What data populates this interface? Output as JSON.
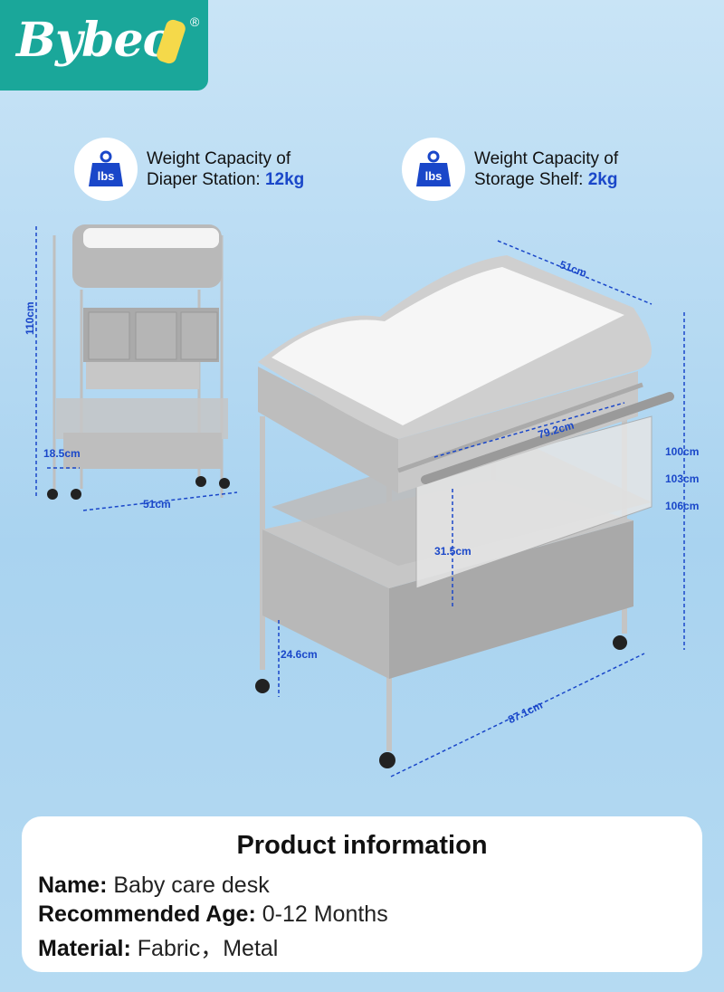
{
  "brand": {
    "name": "Bybeo",
    "trademark": "®"
  },
  "badges": [
    {
      "icon": "lbs-weight-icon",
      "icon_label": "lbs",
      "line1": "Weight Capacity of",
      "line2_prefix": "Diaper Station:",
      "value": "12kg"
    },
    {
      "icon": "lbs-weight-icon",
      "icon_label": "lbs",
      "line1": "Weight Capacity of",
      "line2_prefix": "Storage Shelf:",
      "value": "2kg"
    }
  ],
  "dimensions": {
    "left_height": "110cm",
    "left_depth": "18.5cm",
    "left_width": "51cm",
    "top_width": "51cm",
    "rail_length": "79.2cm",
    "height_1": "100cm",
    "height_2": "103cm",
    "height_3": "106cm",
    "basket_height": "31.5cm",
    "leg_height": "24.6cm",
    "length": "87.1cm"
  },
  "product_info": {
    "title": "Product information",
    "rows": [
      {
        "key": "Name:",
        "value": "Baby care desk"
      },
      {
        "key": "Recommended Age:",
        "value": "0-12 Months"
      },
      {
        "key": "Material:",
        "value": "Fabric，Metal"
      }
    ]
  },
  "colors": {
    "brand_teal": "#1aa79a",
    "accent_blue": "#1a47c9",
    "background": "#b5daf2"
  }
}
